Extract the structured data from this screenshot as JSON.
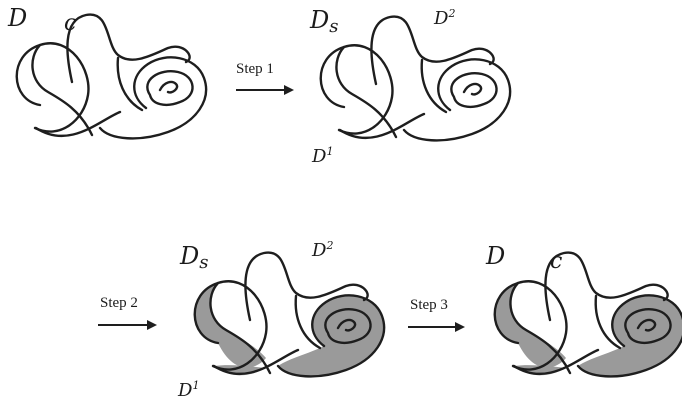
{
  "panels": [
    {
      "label": "D",
      "sub_label": "c",
      "shaded": false,
      "strand_labels": []
    },
    {
      "label": "D",
      "label_sub": "s",
      "shaded": false,
      "strand_labels": [
        {
          "base": "D",
          "sup": "2"
        },
        {
          "base": "D",
          "sup": "1"
        }
      ]
    },
    {
      "label": "D",
      "label_sub": "s",
      "shaded": true,
      "strand_labels": [
        {
          "base": "D",
          "sup": "2"
        },
        {
          "base": "D",
          "sup": "1"
        }
      ]
    },
    {
      "label": "D",
      "sub_label": "c",
      "shaded": true,
      "strand_labels": []
    }
  ],
  "steps": [
    "Step 1",
    "Step 2",
    "Step 3"
  ],
  "colors": {
    "shade": "#9a9a9a",
    "stroke": "#1e1e1e",
    "background": "#ffffff"
  }
}
